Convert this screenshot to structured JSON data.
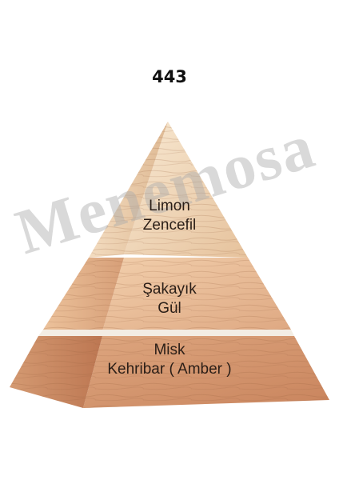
{
  "product_code": "443",
  "watermark": "Menemosa",
  "colors": {
    "top_tier_light": "#f6e3c9",
    "top_tier_dark": "#e8c7a3",
    "middle_tier_light": "#f0c9a4",
    "middle_tier_dark": "#e2ad86",
    "base_tier_light": "#dba27c",
    "base_tier_dark": "#c98560",
    "separator": "#f3ede4",
    "text": "#2a1e17"
  },
  "pyramid": {
    "top_notes": [
      "Limon",
      "Zencefil"
    ],
    "heart_notes": [
      "Şakayık",
      "Gül"
    ],
    "base_notes": [
      "Misk",
      "Kehribar ( Amber )"
    ]
  }
}
